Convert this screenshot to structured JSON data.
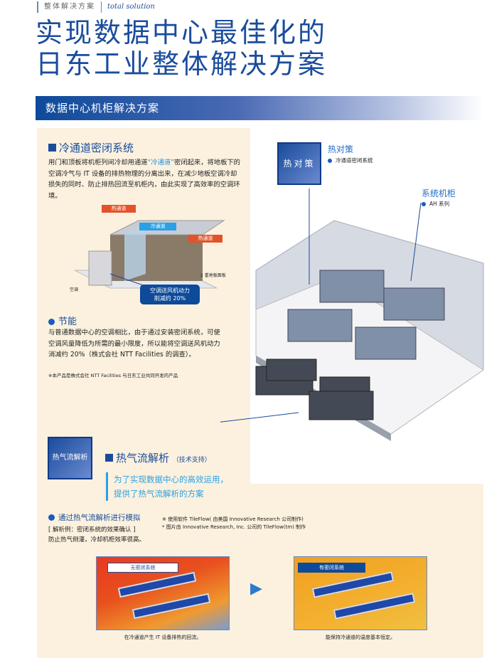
{
  "header": {
    "crumb_cn": "整体解决方案",
    "crumb_en": "total solution",
    "title_line1": "实现数据中心最佳化的",
    "title_line2": "日东工业整体解决方案",
    "section_bar": "数据中心机柜解决方案"
  },
  "cold_aisle": {
    "heading": "冷通道密闭系统",
    "text_before": "用门和顶板将机柜列间冷却用通道",
    "highlight": "“冷通道”",
    "text_after": "密闭起来，将地板下的空调冷气与 IT 设备的排热物理的分离出来，在减少地板空调冷却损失的同时、防止排热回流至机柜内，由此实现了高效率的空调环境。",
    "diagram": {
      "hot_aisle_1": "热通道",
      "cold_aisle": "冷通道",
      "hot_aisle_2": "热通道",
      "floor_label": "2 重地板面板",
      "ac_label": "空调",
      "callout": "空调送风机动力\n削减约 20%",
      "callout_l1": "空调送风机动力",
      "callout_l2": "削减约 20%"
    }
  },
  "energy": {
    "heading": "节能",
    "text": "与普通数据中心的空调相比，由于通过安装密闭系统，可使空调风量降低为所需的最小限度，所以能将空调送风机动力消减约 20%（株式会社 NTT Facilities 的调查）。",
    "note": "※本产品是株式会社 NTT Facilities 与日东工业共同开发的产品"
  },
  "room": {
    "heat_box": "热对策",
    "heat_title": "热对策",
    "heat_item": "冷通道密闭系统",
    "rack_title": "系统机柜",
    "rack_item": "AH 系列"
  },
  "thermal": {
    "box": "热气流解析",
    "heading": "热气流解析",
    "heading_sub": "（技术支持）",
    "lead1": "为了实现数据中心的高效运用，",
    "lead2": "提供了热气流解析的方案",
    "sim_heading": "通过热气流解析进行模拟",
    "example": "[ 解析例：密闭系统的效果确认 ]",
    "example_text": "防止热气倒灌，冷却机柜效率很高。",
    "note1": "※ 使用软件 TileFlow( 由美国 Innovative Research 公司制作)",
    "note2": "*  图片由 Innovative Research, Inc. 公司的 TileFlow(tm) 制作",
    "before_label": "无密闭系统",
    "before_caption": "在冷通道产生 IT 设备排热的回流。",
    "after_label": "有密闭系统",
    "after_caption": "能保持冷通道的温度基本恒定。"
  },
  "colors": {
    "brand": "#1a4c9c",
    "beige": "#fbf1de",
    "accent": "#1f8ee0"
  }
}
